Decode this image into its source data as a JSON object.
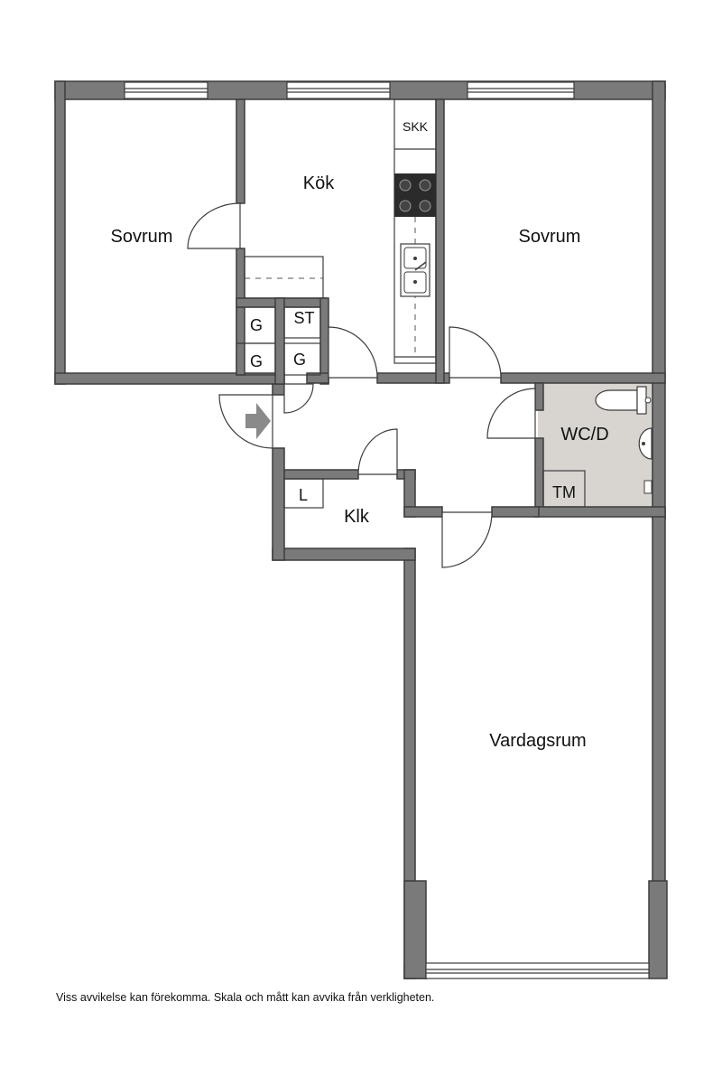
{
  "rooms": {
    "bedroom_left": "Sovrum",
    "kitchen": "Kök",
    "bedroom_right": "Sovrum",
    "bathroom": "WC/D",
    "closet": "Klk",
    "living_room": "Vardagsrum"
  },
  "fixtures": {
    "skk": "SKK",
    "st": "ST",
    "g1": "G",
    "g2": "G",
    "g3": "G",
    "tm": "TM",
    "l": "L"
  },
  "colors": {
    "wall": "#7a7a7a",
    "bathroom_floor": "#d8d5d1",
    "stove": "#2b2b2b"
  },
  "disclaimer": "Viss avvikelse kan förekomma. Skala och mått kan avvika från verkligheten."
}
